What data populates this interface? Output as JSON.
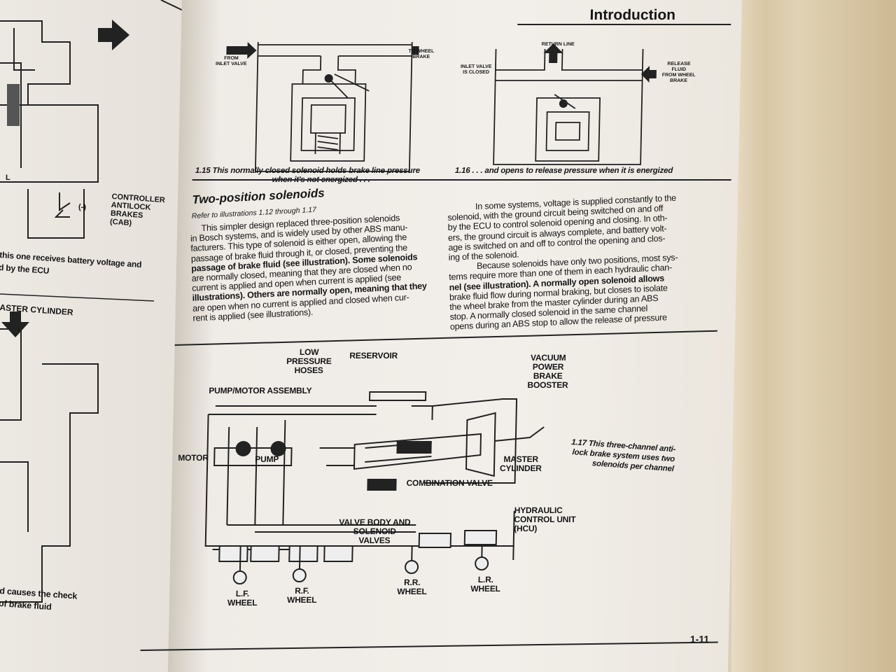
{
  "header": {
    "title": "Introduction"
  },
  "left_page": {
    "labels": {
      "cab": [
        "CONTROLLER",
        "ANTILOCK",
        "BRAKES",
        "(CAB)"
      ],
      "minus": "(-)",
      "letter_l": "L"
    },
    "caption_top": [
      "this one receives battery voltage and",
      "d by the ECU"
    ],
    "master_cylinder": "ASTER CYLINDER",
    "caption_bottom": [
      "d causes the check",
      "of brake fluid"
    ]
  },
  "fig15": {
    "labels": {
      "from_inlet": [
        "FROM",
        "INLET VALVE"
      ],
      "to_wheel": [
        "TO WHEEL",
        "BRAKE"
      ]
    },
    "caption": [
      "1.15 This normally closed solenoid holds brake line pressure",
      "when it's not energized . . ."
    ]
  },
  "fig16": {
    "labels": {
      "return_line": "RETURN LINE",
      "inlet_closed": [
        "INLET VALVE",
        "IS CLOSED"
      ],
      "release": [
        "RELEASE",
        "FLUID",
        "FROM WHEEL",
        "BRAKE"
      ]
    },
    "caption": "1.16 . . . and opens to release pressure when it is energized"
  },
  "section": {
    "heading": "Two-position solenoids",
    "subheading": "Refer to illustrations 1.12 through 1.17",
    "col1": [
      "This simpler design replaced three-position solenoids",
      "in Bosch systems, and is widely used by other ABS manu-",
      "facturers. This type of solenoid is either open, allowing the",
      "passage of brake fluid through it, or closed, preventing the",
      "passage of brake fluid (see illustration). Some solenoids",
      "are normally closed, meaning that they are closed when no",
      "current is applied and open when current is applied (see",
      "illustrations). Others are normally open, meaning that they",
      "are open when no current is applied and closed when cur-",
      "rent is applied (see illustrations)."
    ],
    "col2": [
      "In some systems, voltage is supplied constantly to the",
      "solenoid, with the ground circuit being switched on and off",
      "by the ECU to control solenoid opening and closing. In oth-",
      "ers, the ground circuit is always complete, and battery volt-",
      "age is switched on and off to control the opening and clos-",
      "ing of the solenoid.",
      "Because solenoids have only two positions, most sys-",
      "tems require more than one of them in each hydraulic chan-",
      "nel (see illustration). A normally open solenoid allows",
      "brake fluid flow during normal braking, but closes to isolate",
      "the wheel brake from the master cylinder during an ABS",
      "stop. A normally closed solenoid in the same channel",
      "opens during an ABS stop to allow the release of pressure"
    ]
  },
  "fig17": {
    "labels": {
      "low_pressure_hoses": [
        "LOW",
        "PRESSURE",
        "HOSES"
      ],
      "reservoir": "RESERVOIR",
      "vacuum_booster": [
        "VACUUM",
        "POWER",
        "BRAKE",
        "BOOSTER"
      ],
      "pump_motor": "PUMP/MOTOR ASSEMBLY",
      "motor": "MOTOR",
      "pump": "PUMP",
      "master_cylinder": [
        "MASTER",
        "CYLINDER"
      ],
      "combination_valve": "COMBINATION VALVE",
      "hcu": [
        "HYDRAULIC",
        "CONTROL UNIT",
        "(HCU)"
      ],
      "valve_body": [
        "VALVE BODY AND",
        "SOLENOID",
        "VALVES"
      ],
      "lf_wheel": [
        "L.F.",
        "WHEEL"
      ],
      "rf_wheel": [
        "R.F.",
        "WHEEL"
      ],
      "rr_wheel": [
        "R.R.",
        "WHEEL"
      ],
      "lr_wheel": [
        "L.R.",
        "WHEEL"
      ]
    },
    "caption": [
      "1.17 This three-channel anti-",
      "lock brake system uses two",
      "solenoids per channel"
    ]
  },
  "footer": {
    "page_number": "1-11"
  }
}
